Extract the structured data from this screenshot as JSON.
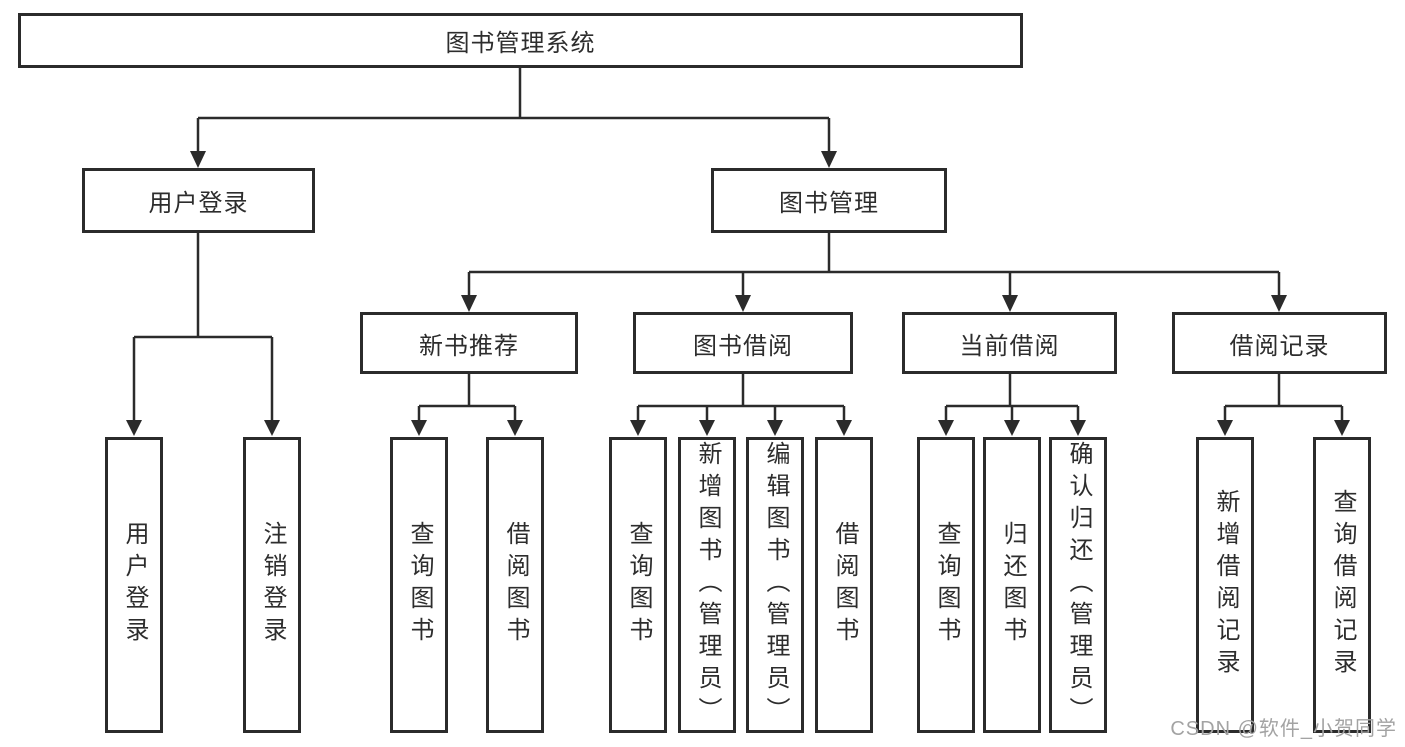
{
  "tree": {
    "root": {
      "label": "图书管理系统"
    },
    "branches": [
      {
        "label": "用户登录",
        "children": [
          {
            "label": "用户登录"
          },
          {
            "label": "注销登录"
          }
        ]
      },
      {
        "label": "图书管理",
        "children": [
          {
            "label": "新书推荐",
            "children": [
              {
                "label": "查询图书"
              },
              {
                "label": "借阅图书"
              }
            ]
          },
          {
            "label": "图书借阅",
            "children": [
              {
                "label": "查询图书"
              },
              {
                "label": "新增图书（管理员）"
              },
              {
                "label": "编辑图书（管理员）"
              },
              {
                "label": "借阅图书"
              }
            ]
          },
          {
            "label": "当前借阅",
            "children": [
              {
                "label": "查询图书"
              },
              {
                "label": "归还图书"
              },
              {
                "label": "确认归还（管理员）"
              }
            ]
          },
          {
            "label": "借阅记录",
            "children": [
              {
                "label": "新增借阅记录"
              },
              {
                "label": "查询借阅记录"
              }
            ]
          }
        ]
      }
    ]
  },
  "watermark": {
    "text": "CSDN @软件_小贺同学"
  },
  "colors": {
    "line": "#2b2b2b",
    "text": "#2d2d2d",
    "background": "#ffffff",
    "watermark": "#a3a3a3"
  }
}
